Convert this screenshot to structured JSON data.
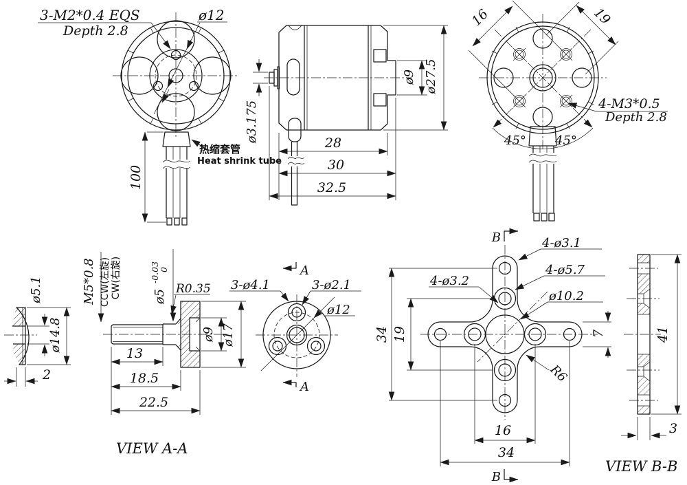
{
  "front_view": {
    "thread_note1": "3-M2*0.4 EQS",
    "thread_note2": "Depth 2.8",
    "bolt_circle_dia": "ø12",
    "wire_length": "100",
    "heat_shrink_cn": "热缩套管",
    "heat_shrink_en": "Heat shrink tube"
  },
  "side_view": {
    "shaft_dia": "ø3.175",
    "boss_dia": "ø9",
    "body_dia": "ø27.5",
    "len_bell": "28",
    "len_body": "30",
    "len_total": "32.5"
  },
  "rear_view": {
    "pitch_small": "16",
    "pitch_large": "19",
    "thread_note1": "4-M3*0.5",
    "thread_note2": "Depth 2.8",
    "angle_left": "45°",
    "angle_right": "45°"
  },
  "washer_view": {
    "hole_dia": "ø5.1",
    "outer_dia": "ø14.8",
    "thickness": "2"
  },
  "shaft_view": {
    "thread_spec": "M5*0.8",
    "rotation_ccw": "CCW(左旋)",
    "rotation_cw": "CW(右旋)",
    "shaft_dia": "ø5",
    "tol_upper": "0",
    "tol_lower": "-0.03",
    "fillet_radius": "R0.35",
    "recess_dia": "ø9",
    "flange_dia": "ø17",
    "len_thread": "13",
    "len_shaft": "18.5",
    "len_total": "22.5",
    "view_label": "VIEW A-A",
    "section_letter": "A"
  },
  "flange_view": {
    "counterbore_holes": "3-ø4.1",
    "through_holes": "3-ø2.1",
    "bolt_circle_dia": "ø12"
  },
  "mount_view": {
    "corner_holes": "4-ø3.1",
    "counterbore_holes": "4-ø5.7",
    "inner_holes": "4-ø3.2",
    "center_hole_dia": "ø10.2",
    "height": "34",
    "pitch_vertical": "19",
    "arm_width": "7",
    "fillet_radius": "R6",
    "pitch_horizontal": "16",
    "width": "34",
    "section_letter": "B"
  },
  "mount_section_view": {
    "height": "41",
    "thickness": "3",
    "view_label": "VIEW B-B"
  }
}
